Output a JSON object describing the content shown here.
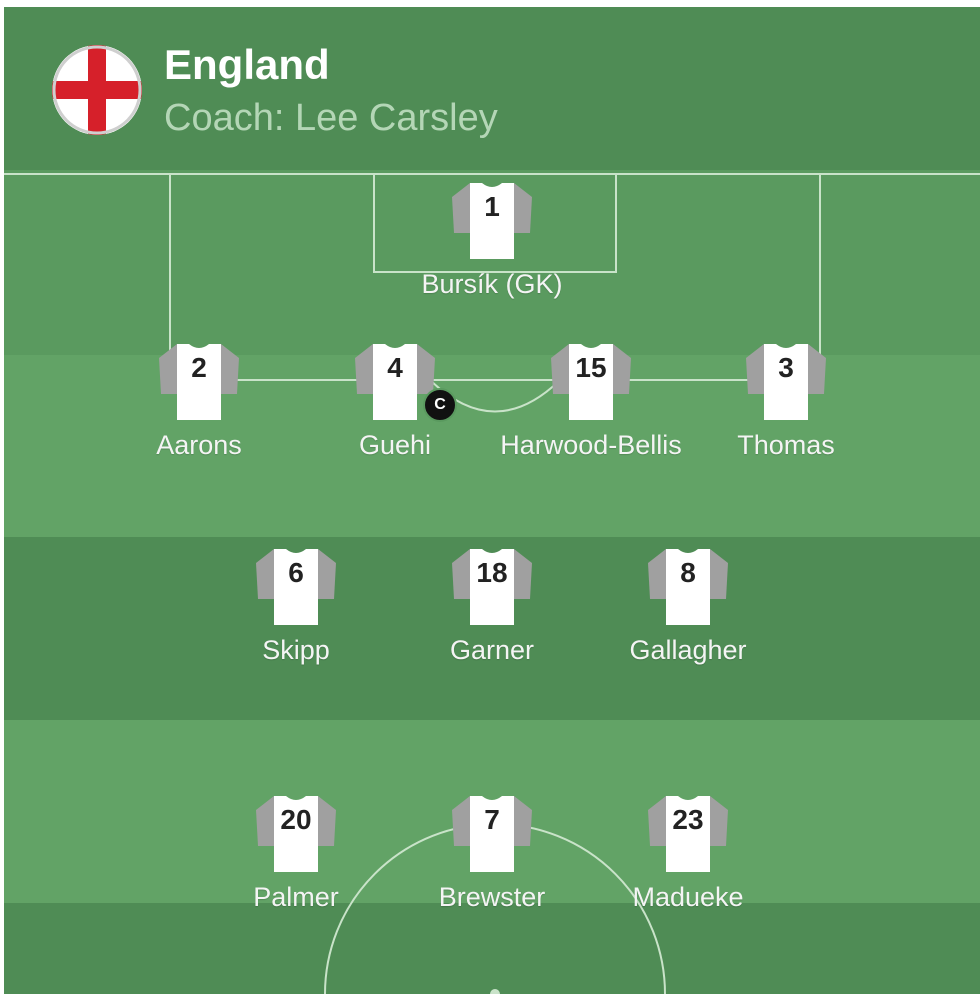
{
  "team": {
    "name": "England",
    "coach": "Coach: Lee Carsley",
    "flag_icon": "england-flag-icon",
    "colors": {
      "flag_red": "#d6202a",
      "flag_white": "#ffffff"
    }
  },
  "pitch": {
    "colors": {
      "header": "#4f8c55",
      "band_dark": "#4f8c55",
      "band_light": "#5a9a5f",
      "lines": "#c9e3c9",
      "shirt": "#ffffff",
      "sleeve": "#a0a0a0"
    }
  },
  "captain_badge_label": "C",
  "lineup": [
    {
      "number": "1",
      "name": "Bursík (GK)"
    },
    {
      "number": "2",
      "name": "Aarons"
    },
    {
      "number": "4",
      "name": "Guehi",
      "captain": true
    },
    {
      "number": "15",
      "name": "Harwood-Bellis"
    },
    {
      "number": "3",
      "name": "Thomas"
    },
    {
      "number": "6",
      "name": "Skipp"
    },
    {
      "number": "18",
      "name": "Garner"
    },
    {
      "number": "8",
      "name": "Gallagher"
    },
    {
      "number": "20",
      "name": "Palmer"
    },
    {
      "number": "7",
      "name": "Brewster"
    },
    {
      "number": "23",
      "name": "Madueke"
    }
  ]
}
